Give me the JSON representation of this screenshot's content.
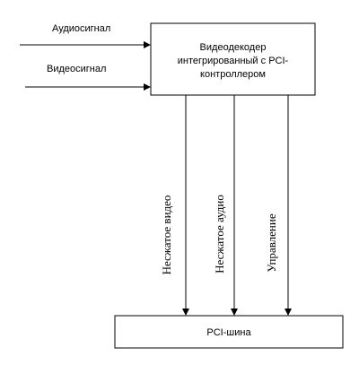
{
  "inputs": {
    "audio_label": "Аудиосигнал",
    "video_label": "Видеосигнал"
  },
  "decoder": {
    "line1": "Видеодекодер",
    "line2": "интегрированный с PCI-",
    "line3": "контроллером"
  },
  "links": {
    "uncompressed_video": "Несжатое видео",
    "uncompressed_audio": "Несжатое аудио",
    "control": "Управление"
  },
  "bus": {
    "label": "PCI-шина"
  }
}
